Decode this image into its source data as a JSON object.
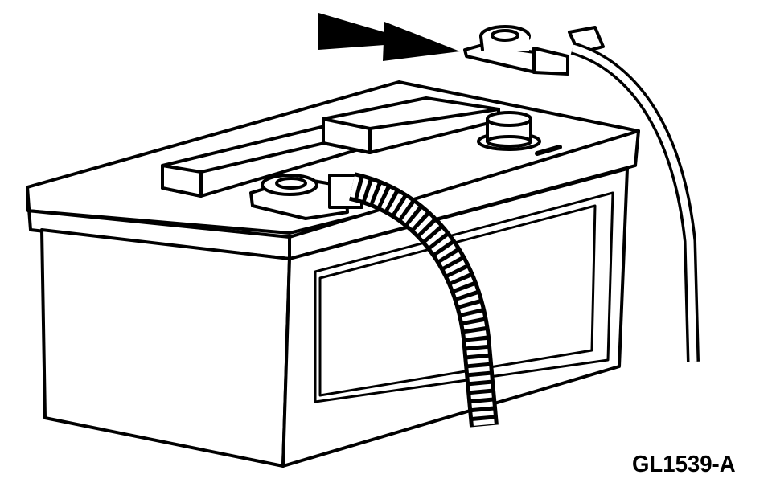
{
  "figure": {
    "label": "GL1539-A",
    "subject": "battery with negative cable disconnected",
    "colors": {
      "ink": "#000000",
      "background": "#ffffff"
    }
  },
  "parts": {
    "arrow": {
      "icon": "double-arrow-right-icon",
      "direction": "right"
    },
    "disconnected_terminal_clamp": {
      "icon": "cable-clamp-icon"
    },
    "connected_terminal_clamp": {
      "icon": "cable-clamp-icon"
    },
    "battery_post": {
      "icon": "battery-post-icon"
    },
    "polarity_mark": {
      "icon": "minus-sign-icon"
    },
    "vent_caps": {
      "count": 2
    },
    "corrugated_cable": {
      "icon": "corrugated-cable-icon"
    }
  }
}
